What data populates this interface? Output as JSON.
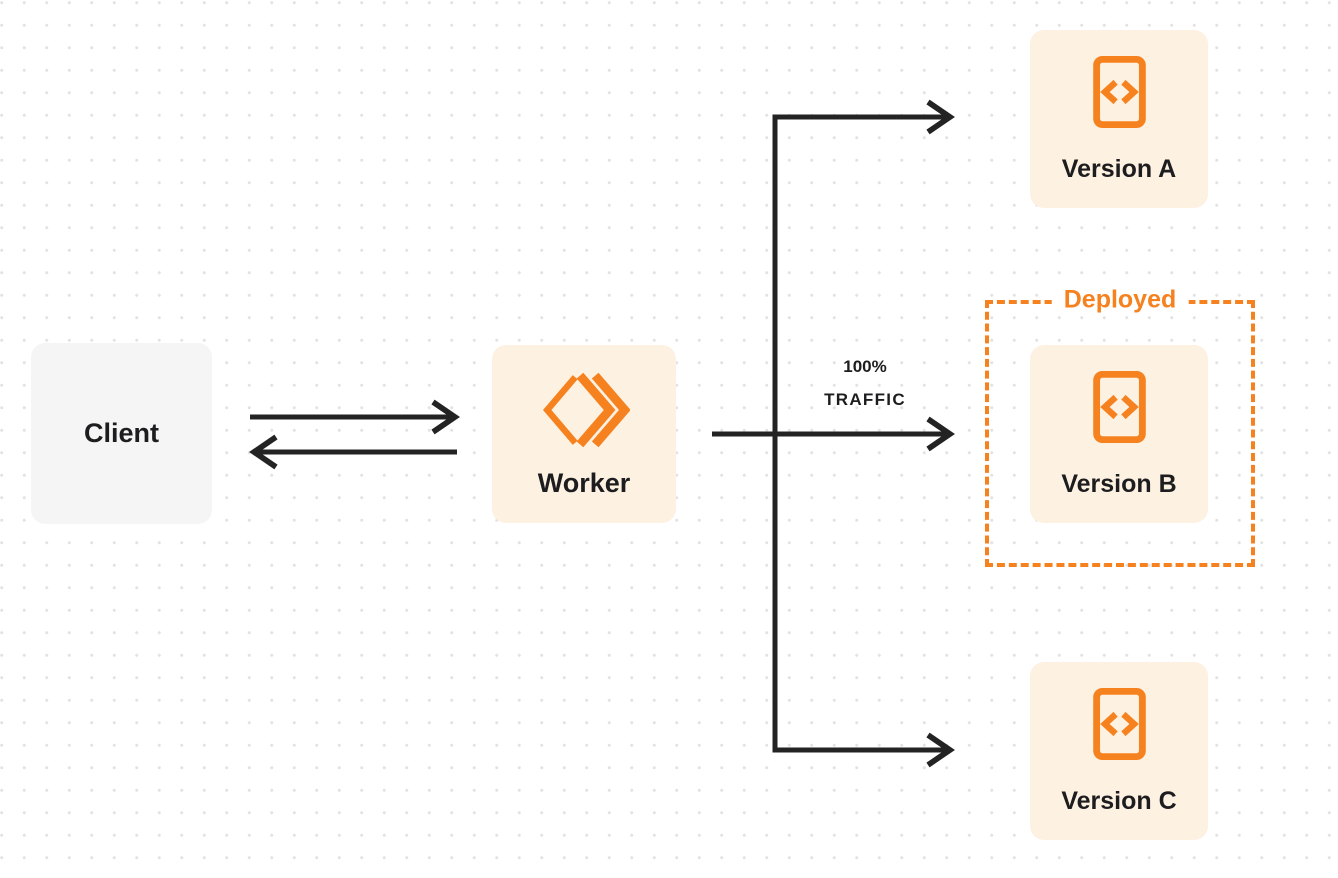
{
  "diagram": {
    "nodes": {
      "client": {
        "label": "Client"
      },
      "worker": {
        "label": "Worker"
      },
      "version_a": {
        "label": "Version A"
      },
      "version_b": {
        "label": "Version B"
      },
      "version_c": {
        "label": "Version C"
      }
    },
    "deployed_group": {
      "label": "Deployed"
    },
    "traffic_label": {
      "line1": "100%",
      "line2": "TRAFFIC"
    },
    "edges": [
      {
        "from": "client",
        "to": "worker",
        "direction": "right"
      },
      {
        "from": "worker",
        "to": "client",
        "direction": "left"
      },
      {
        "from": "worker",
        "to": "version_a",
        "label": ""
      },
      {
        "from": "worker",
        "to": "version_b",
        "label": "100% TRAFFIC"
      },
      {
        "from": "worker",
        "to": "version_c",
        "label": ""
      }
    ],
    "icons": {
      "worker": "cloudflare-workers-logo",
      "versions": "code-file-icon"
    },
    "colors": {
      "accent_orange": "#F6821F",
      "node_cream_bg": "#FDF1E2",
      "client_gray_bg": "#F5F5F6",
      "arrow_dark": "#232323",
      "dot_grid": "#E3E3E3",
      "canvas_bg": "#FFFFFF",
      "text_dark": "#1D1D1F"
    }
  }
}
